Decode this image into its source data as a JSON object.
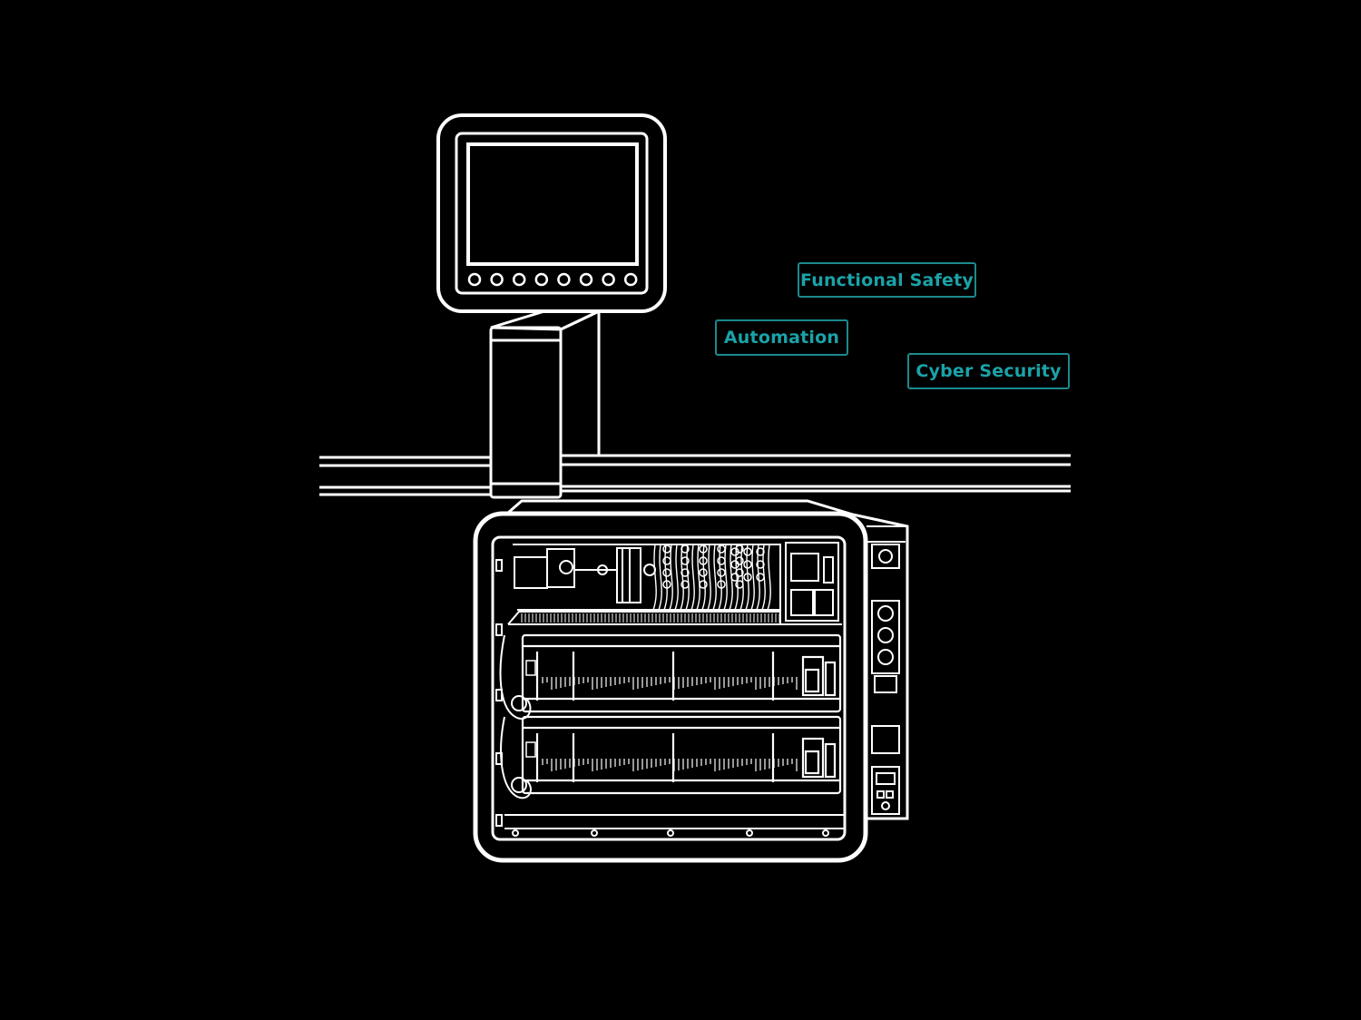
{
  "tags": {
    "functional_safety": "Functional Safety",
    "automation": "Automation",
    "cyber_security": "Cyber Security"
  },
  "colors": {
    "background": "#000000",
    "line_art": "#ffffff",
    "tag_accent": "#1aa3a8"
  },
  "hmi_panel": {
    "button_count": 8
  },
  "icons": {
    "hmi": "hmi-panel-icon",
    "rail": "mounting-rail-icon",
    "cabinet": "control-cabinet-icon"
  }
}
